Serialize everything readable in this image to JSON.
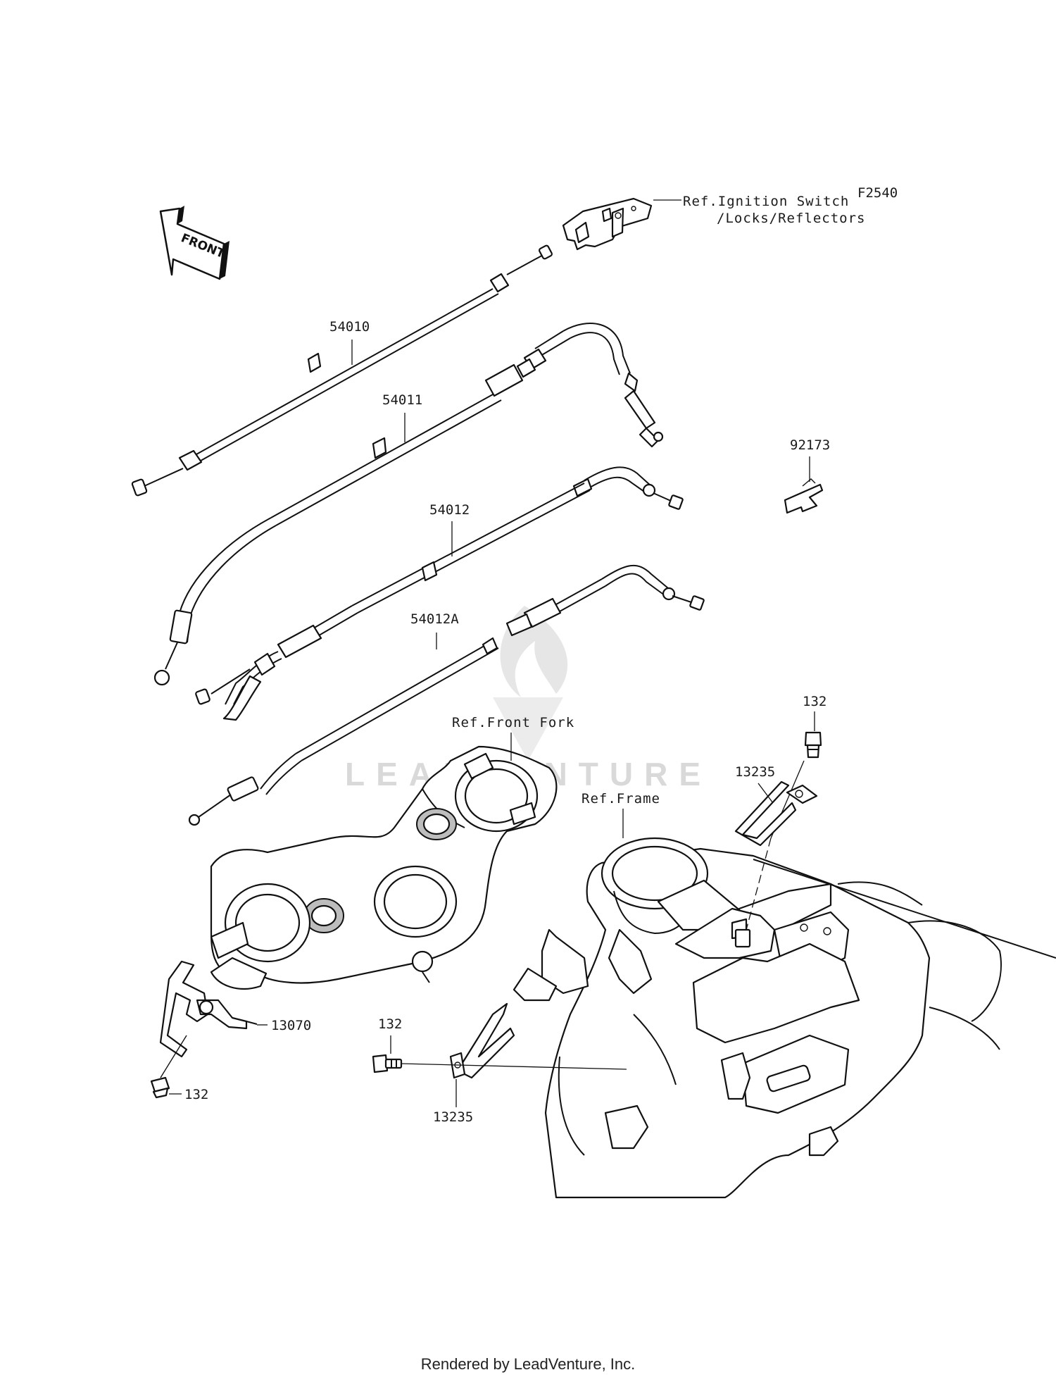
{
  "diagram_code": "F2540",
  "front_arrow_label": "FRONT",
  "watermark": "LEADVENTURE",
  "footer": "Rendered by LeadVenture, Inc.",
  "callouts": {
    "cable_54010": "54010",
    "cable_54011": "54011",
    "cable_54012": "54012",
    "cable_54012a": "54012A",
    "clip_92173": "92173",
    "bolt_132_top": "132",
    "clamp_13235_top": "13235",
    "clamp_13070": "13070",
    "bolt_132_left": "132",
    "bolt_132_mid": "132",
    "clamp_13235_bottom": "13235"
  },
  "references": {
    "ignition_line1": "Ref.Ignition Switch",
    "ignition_line2": "/Locks/Reflectors",
    "front_fork": "Ref.Front Fork",
    "frame": "Ref.Frame"
  }
}
